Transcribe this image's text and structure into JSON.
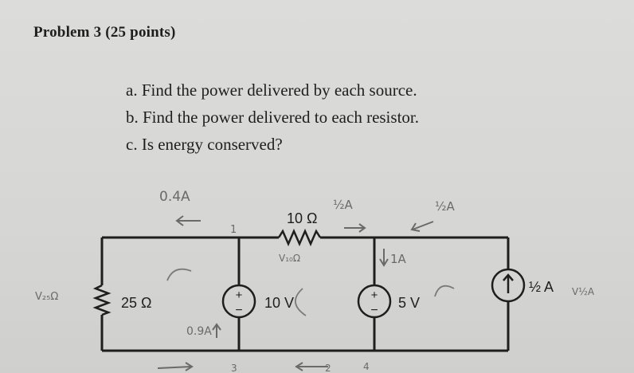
{
  "problem": {
    "title": "Problem 3 (25 points)",
    "questions": [
      "a. Find the power delivered by each source.",
      "b. Find the power delivered to each resistor.",
      "c. Is energy conserved?"
    ]
  },
  "circuit": {
    "resistor_top": "10 Ω",
    "resistor_left": "25 Ω",
    "voltage_source_1": "10 V",
    "voltage_source_2": "5 V",
    "current_source": "½ A"
  },
  "annotations": {
    "current_top_left": "0.4A",
    "current_top_mid": "½A",
    "current_top_right": "½A",
    "current_down": "1A",
    "current_bottom": "0.9A",
    "v_left": "V₂₅Ω",
    "v_r10": "V₁₀Ω",
    "v_right": "V½A",
    "node_1": "1",
    "node_2": "2",
    "node_3": "3",
    "node_4": "4"
  }
}
